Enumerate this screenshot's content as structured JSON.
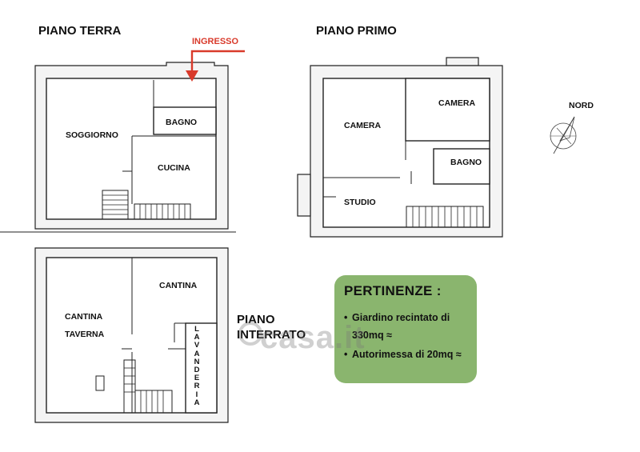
{
  "floors": {
    "ground": "PIANO TERRA",
    "first": "PIANO PRIMO",
    "basement_line1": "PIANO",
    "basement_line2": "INTERRATO"
  },
  "entrance_label": "INGRESSO",
  "entrance_color": "#d93a2b",
  "rooms": {
    "soggiorno": "SOGGIORNO",
    "bagno_ground": "BAGNO",
    "cucina": "CUCINA",
    "camera_left": "CAMERA",
    "camera_right": "CAMERA",
    "bagno_first": "BAGNO",
    "studio": "STUDIO",
    "cantina_left_line1": "CANTINA",
    "cantina_left_line2": "TAVERNA",
    "cantina_right": "CANTINA",
    "lavanderia_letters": [
      "L",
      "A",
      "V",
      "A",
      "N",
      "D",
      "E",
      "R",
      "I",
      "A"
    ]
  },
  "compass_label": "NORD",
  "pertinenze": {
    "title": "PERTINENZE :",
    "item1_line1": "Giardino recintato di",
    "item1_line2": "330mq ≈",
    "item2": "Autorimessa di 20mq ≈",
    "bg_color": "#8ab56e"
  },
  "watermark": "casa.it"
}
